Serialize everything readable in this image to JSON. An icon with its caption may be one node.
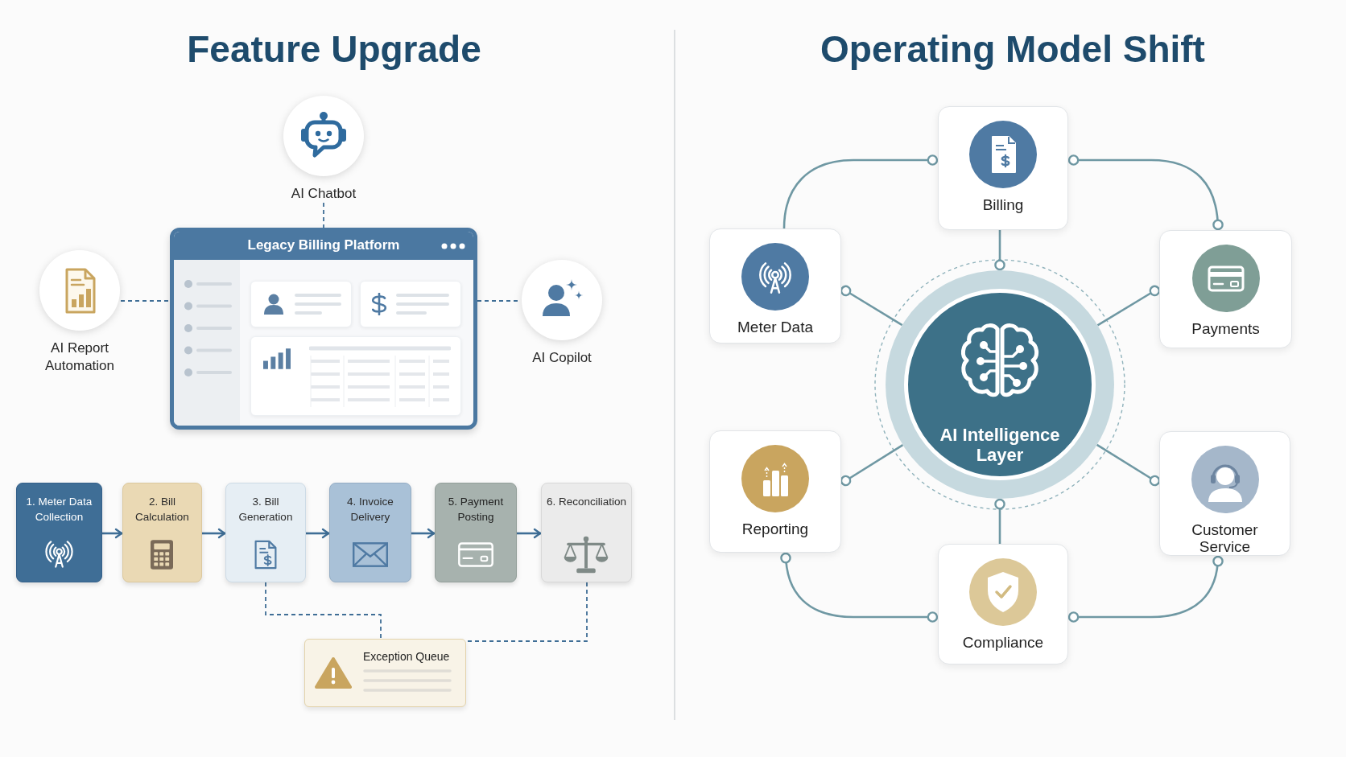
{
  "diagram": {
    "nodes": [
      {
        "text": [
          "AI Chatbot"
        ]
      },
      {
        "text": [
          "AI Report Automation"
        ]
      },
      {
        "text": [
          "Legacy Billing Platform"
        ]
      },
      {
        "text": [
          "AI Copilot"
        ]
      },
      {
        "text": [
          "1. Meter Data Collection"
        ]
      },
      {
        "text": [
          "2. Bill Calculation"
        ]
      },
      {
        "text": [
          "3. Bill Generation"
        ]
      },
      {
        "text": [
          "4. Invoice Delivery"
        ]
      },
      {
        "text": [
          "5. Payment Posting"
        ]
      },
      {
        "text": [
          "6. Reconciliation"
        ]
      },
      {
        "text": [
          "Exception Queue"
        ]
      },
      {
        "text": [
          "Billing"
        ]
      },
      {
        "text": [
          "Meter Data"
        ]
      },
      {
        "text": [
          "Payments"
        ]
      },
      {
        "text": [
          "AI Intelligence Layer"
        ]
      },
      {
        "text": [
          "Reporting"
        ]
      },
      {
        "text": [
          "Customer Service"
        ]
      },
      {
        "text": [
          "Compliance"
        ]
      }
    ],
    "edges": [
      {
        "from": 0,
        "to": 2,
        "arrow": "none",
        "style": "dashed"
      },
      {
        "from": 1,
        "to": 2,
        "arrow": "none",
        "style": "dashed"
      },
      {
        "from": 2,
        "to": 3,
        "arrow": "none",
        "style": "dashed"
      },
      {
        "from": 4,
        "to": 5,
        "arrow": "to"
      },
      {
        "from": 5,
        "to": 6,
        "arrow": "to"
      },
      {
        "from": 6,
        "to": 7,
        "arrow": "to"
      },
      {
        "from": 7,
        "to": 8,
        "arrow": "to"
      },
      {
        "from": 8,
        "to": 9,
        "arrow": "to"
      },
      {
        "from": 6,
        "to": 10,
        "arrow": "none",
        "style": "dashed"
      },
      {
        "from": 9,
        "to": 10,
        "arrow": "none",
        "style": "dashed"
      },
      {
        "from": 11,
        "to": 14,
        "arrow": "other",
        "color": "#6f98a3"
      },
      {
        "from": 14,
        "to": 12,
        "arrow": "other",
        "color": "#6f98a3"
      },
      {
        "from": 14,
        "to": 13,
        "arrow": "other",
        "color": "#6f98a3"
      },
      {
        "from": 14,
        "to": 15,
        "arrow": "other",
        "color": "#6f98a3"
      },
      {
        "from": 14,
        "to": 16,
        "arrow": "other",
        "color": "#6f98a3"
      },
      {
        "from": 17,
        "to": 14,
        "arrow": "other",
        "color": "#6f98a3"
      },
      {
        "from": 12,
        "to": 11,
        "arrow": "other",
        "color": "#6f98a3"
      },
      {
        "from": 11,
        "to": 13,
        "arrow": "other",
        "color": "#6f98a3"
      },
      {
        "from": 15,
        "to": 17,
        "arrow": "other",
        "color": "#6f98a3"
      },
      {
        "from": 16,
        "to": 17,
        "arrow": "other",
        "color": "#6f98a3"
      }
    ],
    "labels": [
      "Feature Upgrade",
      "Operating Model Shift"
    ]
  }
}
